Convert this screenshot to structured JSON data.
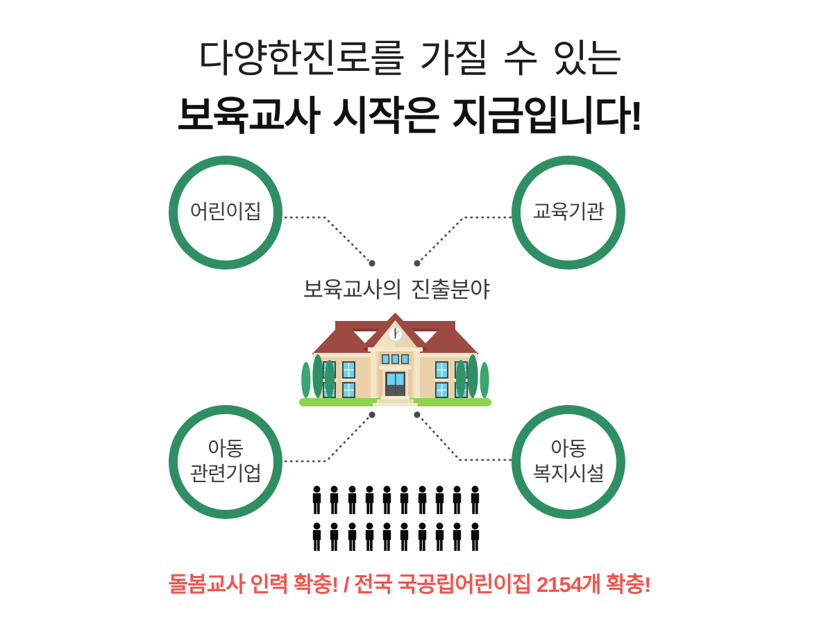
{
  "colors": {
    "circle_green": "#2e8f63",
    "footer_red": "#f2544d",
    "connector_gray": "#4a4a4a",
    "title_black": "#111111",
    "label_gray": "#3d3d3d"
  },
  "title": {
    "line1": "다양한진로를 가질 수 있는",
    "line2": "보육교사 시작은 지금입니다!"
  },
  "diagram": {
    "center_label": "보육교사의 진출분야",
    "center_icon": "school-building",
    "nodes": [
      {
        "id": "top-left",
        "line1": "어린이집",
        "line2": ""
      },
      {
        "id": "top-right",
        "line1": "교육기관",
        "line2": ""
      },
      {
        "id": "bottom-left",
        "line1": "아동",
        "line2": "관련기업"
      },
      {
        "id": "bottom-right",
        "line1": "아동",
        "line2": "복지시설"
      }
    ]
  },
  "people": {
    "rows": 2,
    "per_row": 10,
    "total": 20,
    "icon": "person-icon",
    "color": "#0a0a0a"
  },
  "footer": {
    "text": "돌봄교사 인력 확충!  / 전국 국공립어린이집 2154개 확충!"
  }
}
